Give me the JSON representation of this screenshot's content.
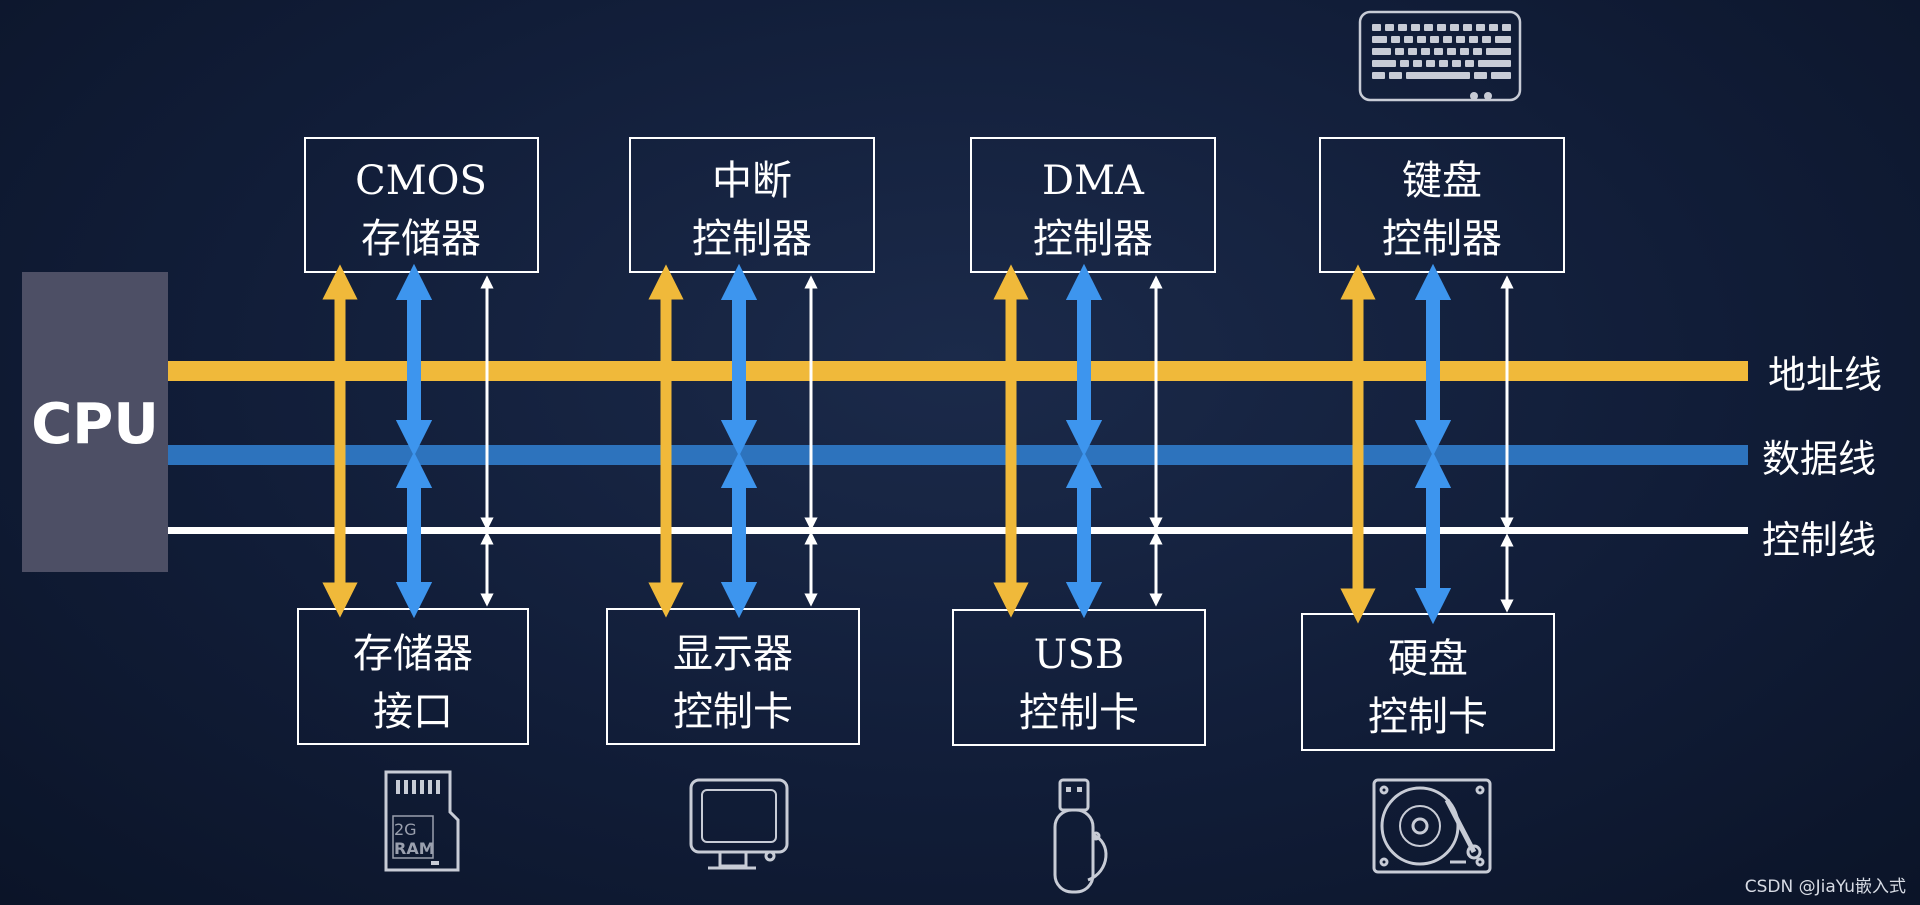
{
  "cpu": {
    "label": "CPU"
  },
  "buses": {
    "address": {
      "label": "地址线",
      "color": "#f0b93a"
    },
    "data": {
      "label": "数据线",
      "color": "#2d73bd"
    },
    "control": {
      "label": "控制线",
      "color": "#ffffff"
    }
  },
  "top_boxes": [
    {
      "line1": "CMOS",
      "line2": "存储器"
    },
    {
      "line1": "中断",
      "line2": "控制器"
    },
    {
      "line1": "DMA",
      "line2": "控制器"
    },
    {
      "line1": "键盘",
      "line2": "控制器"
    }
  ],
  "bottom_boxes": [
    {
      "line1": "存储器",
      "line2": "接口"
    },
    {
      "line1": "显示器",
      "line2": "控制卡"
    },
    {
      "line1": "USB",
      "line2": "控制卡"
    },
    {
      "line1": "硬盘",
      "line2": "控制卡"
    }
  ],
  "icons": {
    "ram": {
      "name": "ram-card-icon",
      "text1": "2G",
      "text2": "RAM"
    },
    "monitor": {
      "name": "monitor-icon"
    },
    "usb": {
      "name": "usb-drive-icon"
    },
    "hdd": {
      "name": "hard-disk-icon"
    },
    "keyboard": {
      "name": "keyboard-icon"
    }
  },
  "arrow_colors": {
    "address": "#f0b93a",
    "data": "#3d95ee",
    "control": "#ffffff"
  },
  "watermark": "CSDN @JiaYu嵌入式"
}
